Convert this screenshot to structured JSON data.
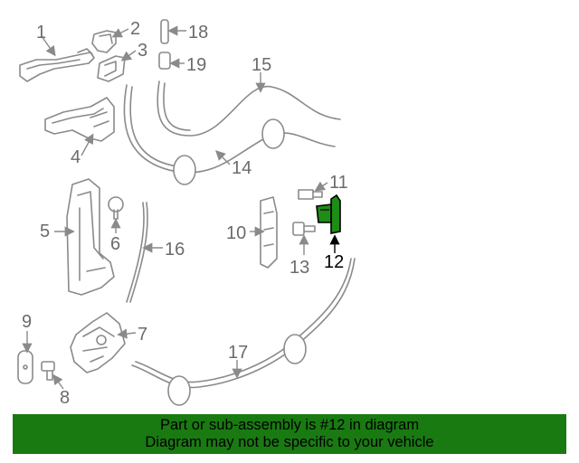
{
  "callouts": [
    "1",
    "2",
    "3",
    "4",
    "5",
    "6",
    "7",
    "8",
    "9",
    "10",
    "11",
    "12",
    "13",
    "14",
    "15",
    "16",
    "17",
    "18",
    "19"
  ],
  "highlighted_part": "12",
  "highlight_color": "#1e8c16",
  "banner": {
    "line1": "Part or sub-assembly is #12 in diagram",
    "line2": "Diagram may not be specific to your vehicle",
    "background": "#1a7a12"
  }
}
